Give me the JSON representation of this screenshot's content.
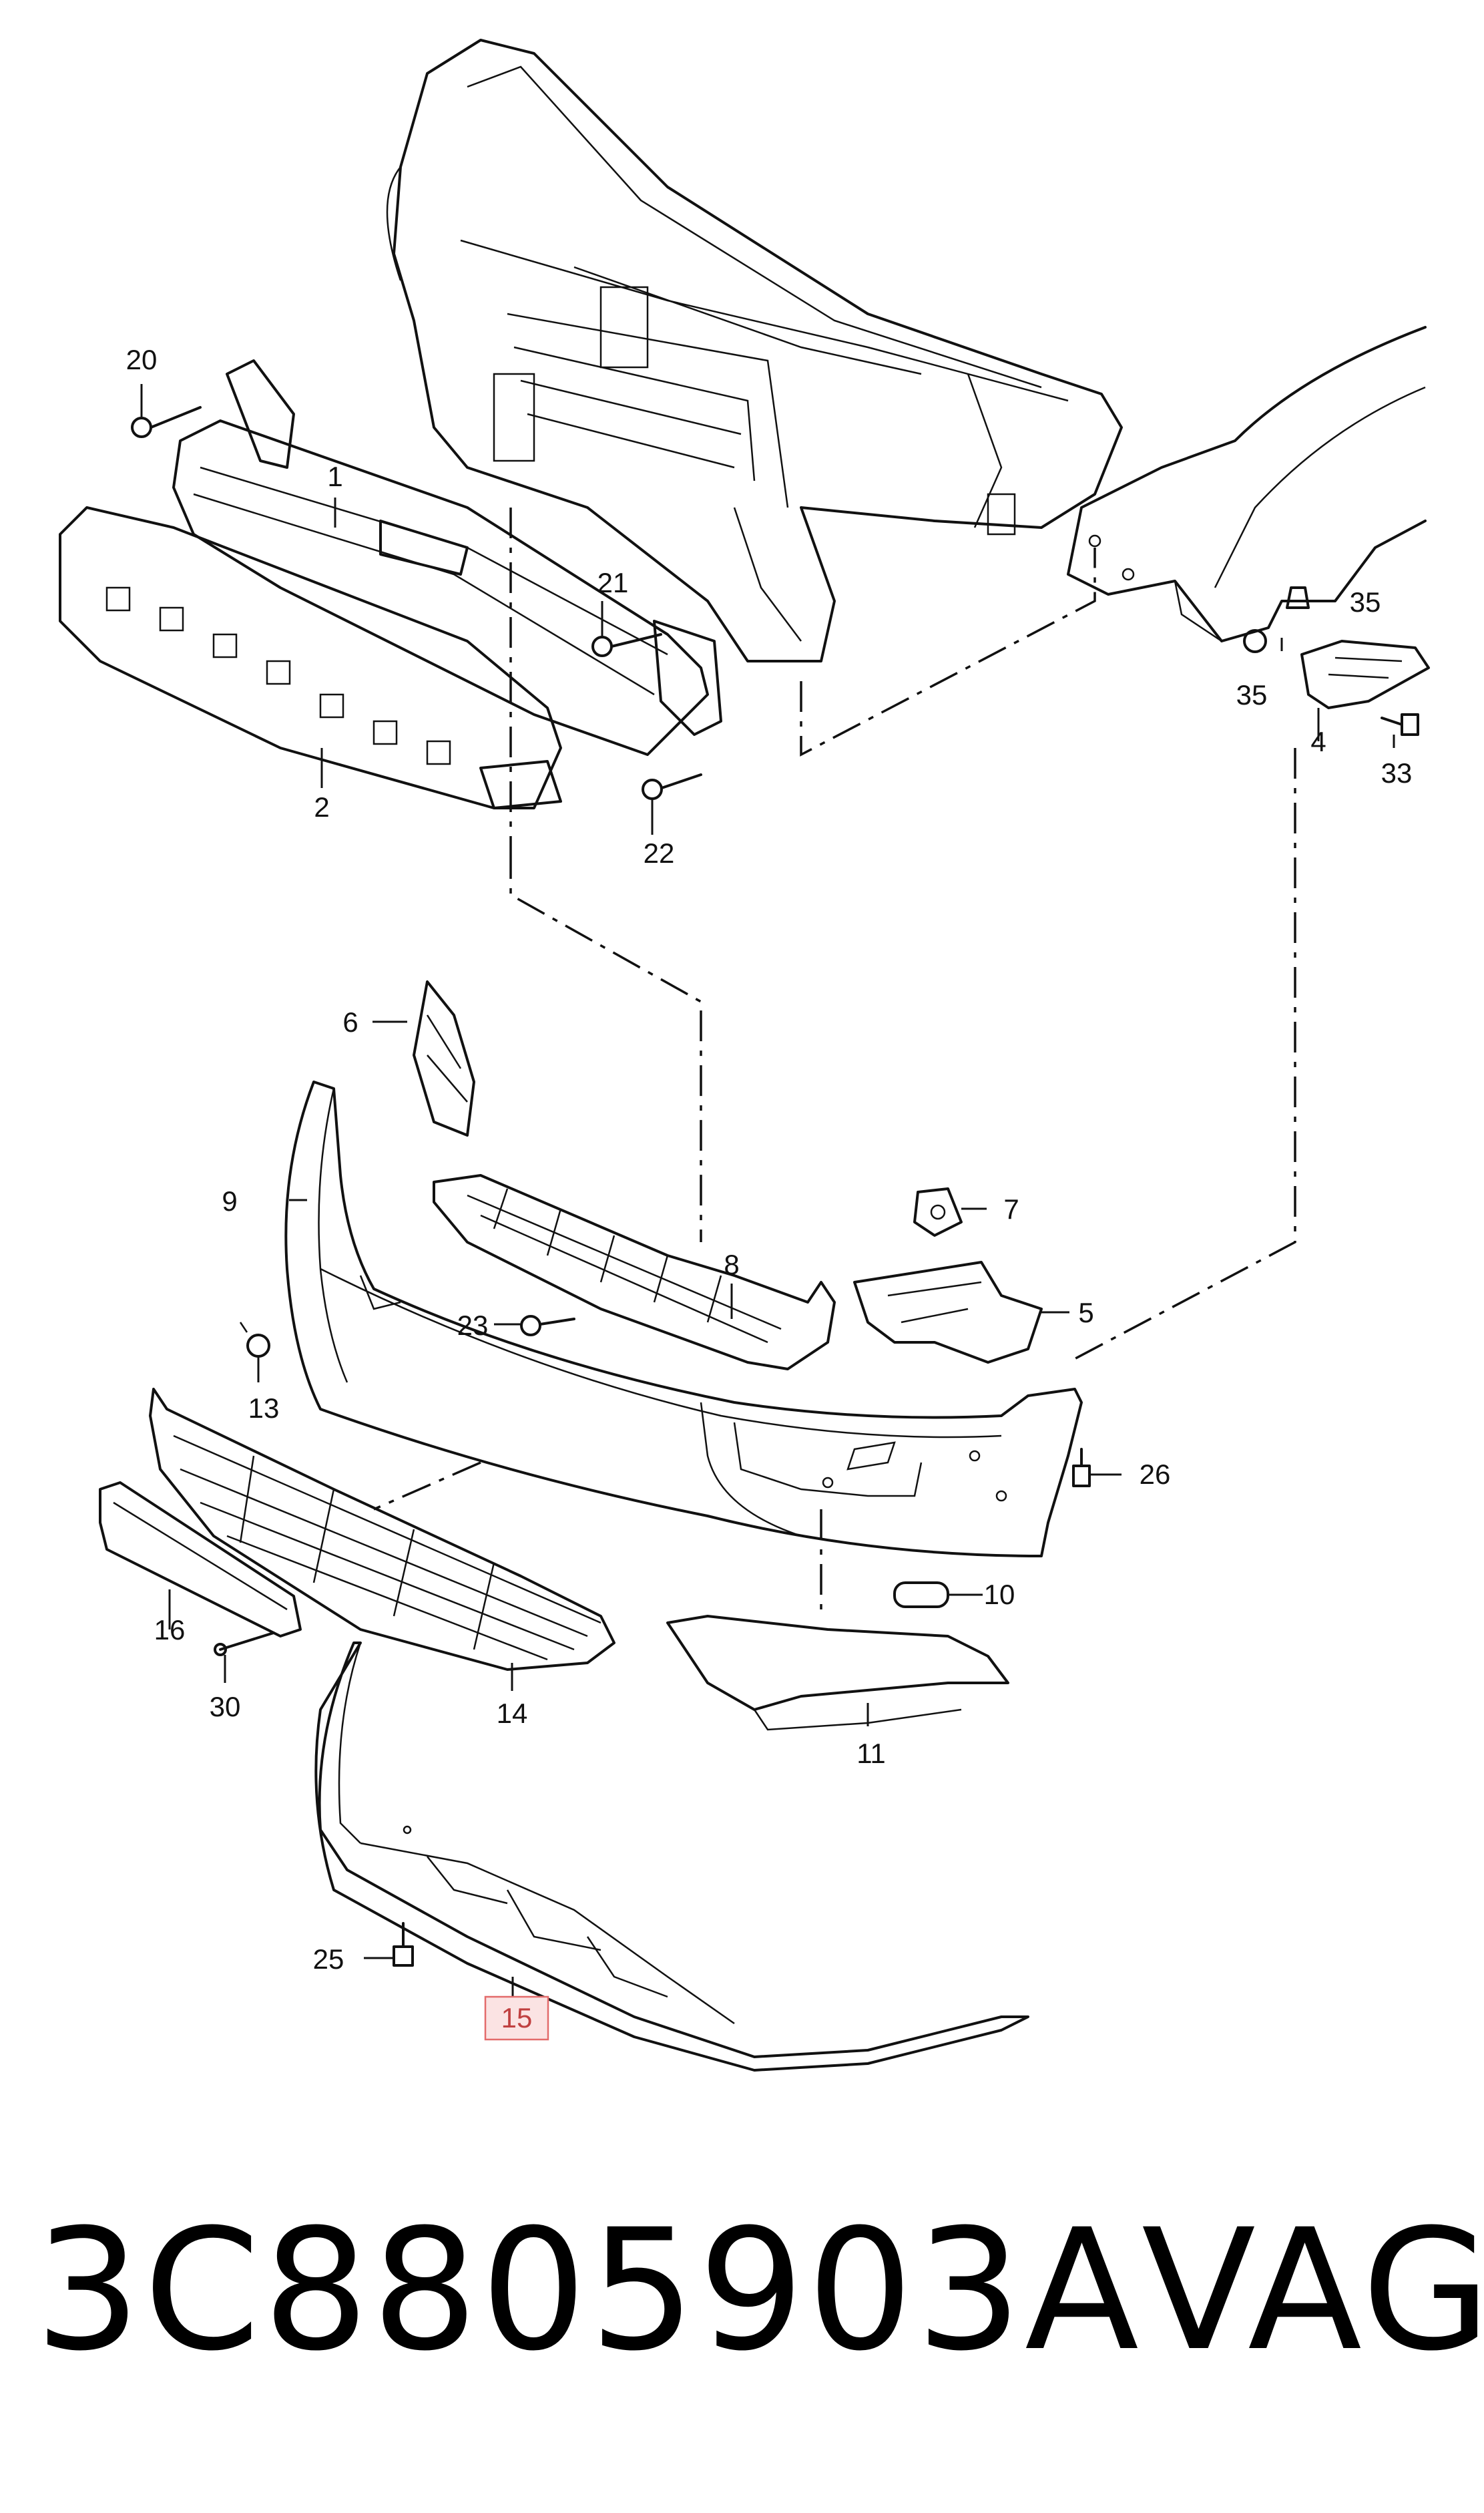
{
  "callouts": {
    "c1": "1",
    "c2": "2",
    "c4": "4",
    "c5": "5",
    "c6": "6",
    "c7": "7",
    "c8": "8",
    "c9": "9",
    "c10": "10",
    "c11": "11",
    "c13": "13",
    "c14": "14",
    "c15": "15",
    "c16": "16",
    "c20": "20",
    "c21": "21",
    "c22": "22",
    "c23": "23",
    "c25": "25",
    "c26": "26",
    "c30": "30",
    "c33": "33",
    "c35a": "35",
    "c35b": "35"
  },
  "highlighted_callout": "15",
  "footer": {
    "part_number": "3C8805903A",
    "brand": "VAG"
  },
  "colors": {
    "line": "#111111",
    "highlight_fill": "#fbe3e3",
    "highlight_stroke": "#e36b6b"
  }
}
